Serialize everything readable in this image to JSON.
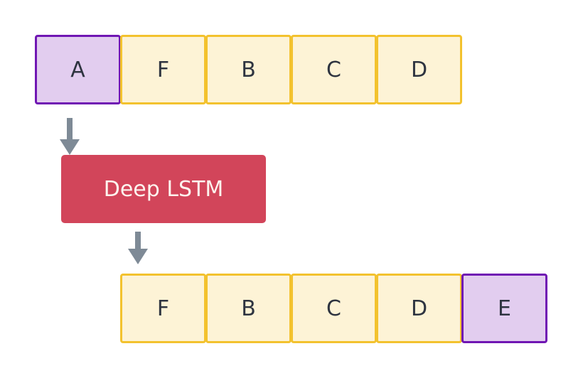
{
  "input_sequence": [
    "A",
    "F",
    "B",
    "C",
    "D"
  ],
  "model_label": "Deep LSTM",
  "output_sequence": [
    "F",
    "B",
    "C",
    "D",
    "E"
  ],
  "colors": {
    "cell_fill": "#fdf3d6",
    "cell_border": "#f3c22e",
    "highlight_fill": "#e2cdef",
    "highlight_border": "#7016b3",
    "model_fill": "#d2455a",
    "arrow": "#7e8a96"
  }
}
